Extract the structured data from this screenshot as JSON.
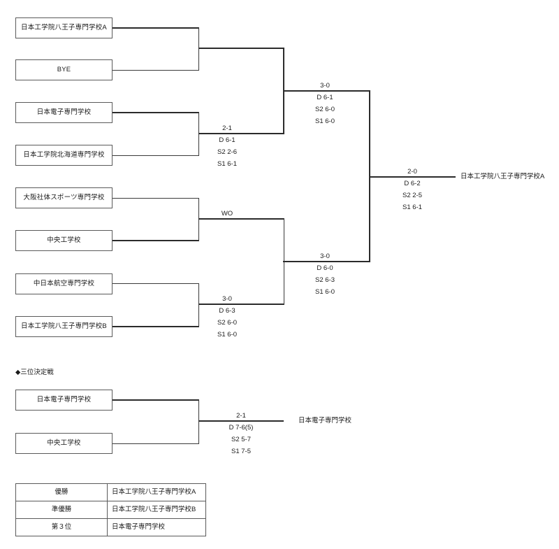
{
  "tournament": {
    "main_bracket": {
      "round1": {
        "matches": [
          {
            "top_team": "日本工学院八王子専門学校A",
            "bottom_team": "BYE",
            "result": {
              "summary": "",
              "sets": []
            }
          },
          {
            "top_team": "日本電子専門学校",
            "bottom_team": "日本工学院北海道専門学校",
            "result": {
              "summary": "2-1",
              "sets": [
                "D 6-1",
                "S2 2-6",
                "S1 6-1"
              ]
            }
          },
          {
            "top_team": "大阪社体スポーツ専門学校",
            "bottom_team": "中央工学校",
            "result": {
              "summary": "WO",
              "sets": []
            }
          },
          {
            "top_team": "中日本航空専門学校",
            "bottom_team": "日本工学院八王子専門学校B",
            "result": {
              "summary": "3-0",
              "sets": [
                "D 6-3",
                "S2 6-0",
                "S1 6-0"
              ]
            }
          }
        ]
      },
      "round2": {
        "matches": [
          {
            "result": {
              "summary": "3-0",
              "sets": [
                "D 6-1",
                "S2 6-0",
                "S1 6-0"
              ]
            }
          },
          {
            "result": {
              "summary": "3-0",
              "sets": [
                "D 6-0",
                "S2 6-3",
                "S1 6-0"
              ]
            }
          }
        ]
      },
      "final": {
        "result": {
          "summary": "2-0",
          "sets": [
            "D 6-2",
            "S2 2-5",
            "S1 6-1"
          ]
        },
        "winner": "日本工学院八王子専門学校A"
      }
    },
    "third_place": {
      "heading": "◆三位決定戦",
      "top_team": "日本電子専門学校",
      "bottom_team": "中央工学校",
      "result": {
        "summary": "2-1",
        "sets": [
          "D 7-6(5)",
          "S2 5-7",
          "S1 7-5"
        ]
      },
      "winner": "日本電子専門学校"
    },
    "results_table": {
      "rows": [
        {
          "rank": "優勝",
          "team": "日本工学院八王子専門学校A"
        },
        {
          "rank": "準優勝",
          "team": "日本工学院八王子専門学校B"
        },
        {
          "rank": "第３位",
          "team": "日本電子専門学校"
        }
      ]
    }
  },
  "colors": {
    "line": "#3a3a3a",
    "line_bold": "#2b2b2b",
    "box_border": "#5a5a5a",
    "text": "#1a1a1a",
    "background": "#ffffff"
  }
}
